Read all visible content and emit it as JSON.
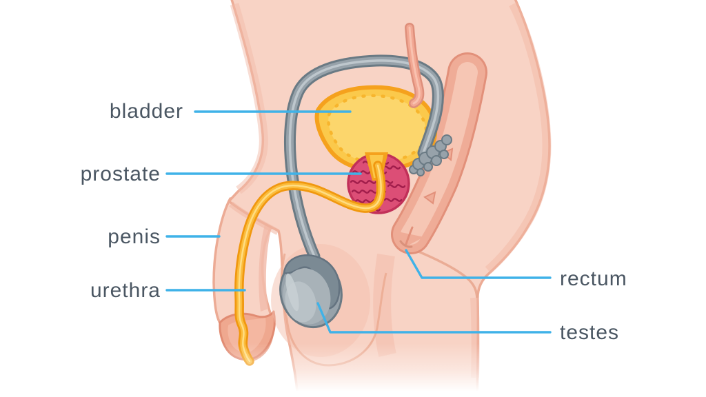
{
  "figure": {
    "description": "Side cross-section medical illustration of the male pelvis showing urinary and reproductive organs",
    "labels": {
      "bladder": "bladder",
      "prostate": "prostate",
      "penis": "penis",
      "urethra": "urethra",
      "rectum": "rectum",
      "testes": "testes"
    },
    "palette": {
      "background": "#ffffff",
      "skin": "#f8d3c5",
      "skin_outline": "#ecab95",
      "skin_shadow": "#f2bba8",
      "bladder_yellow": "#fbc94b",
      "bladder_orange": "#f5a11d",
      "prostate_pink": "#dc4e76",
      "prostate_vein_red": "#9e1b49",
      "organ_gray": "#97a2aa",
      "organ_gray_dark": "#6b7a84",
      "urethra_orange": "#f0980f",
      "urethra_yellow": "#fbbc3c",
      "ureter_pink": "#f2a894",
      "rectum_wall": "#efac97",
      "rectum_lumen": "#f6c6b4",
      "leader_line_blue": "#3fb2e8",
      "label_text": "#4a5662"
    }
  }
}
